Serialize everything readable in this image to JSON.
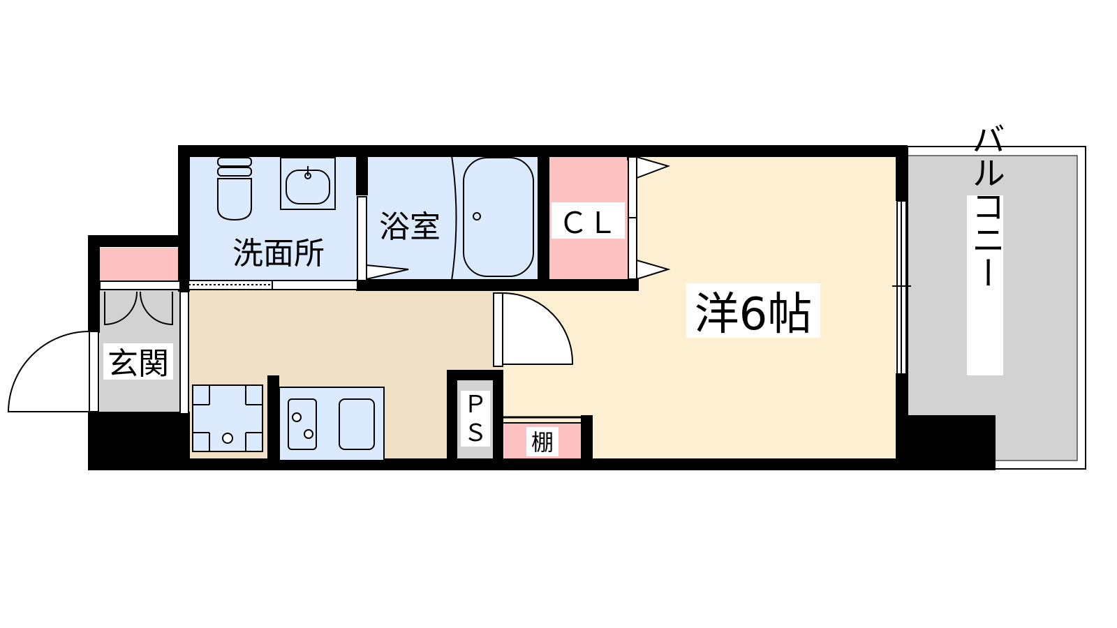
{
  "floorplan": {
    "rooms": {
      "washroom": "洗面所",
      "bathroom": "浴室",
      "closet": "ＣＬ",
      "western_room": "洋6帖",
      "balcony": "バルコニー",
      "entrance": "玄関",
      "pipe_space": "ＰＳ",
      "shelf": "棚"
    },
    "colors": {
      "wall": "#000000",
      "wet_area": "#dbeafc",
      "storage": "#fdc1c1",
      "room": "#fdf0d2",
      "kitchen": "#efe0c6",
      "balcony": "#d2d2d2",
      "entrance": "#d2d2d2"
    }
  }
}
